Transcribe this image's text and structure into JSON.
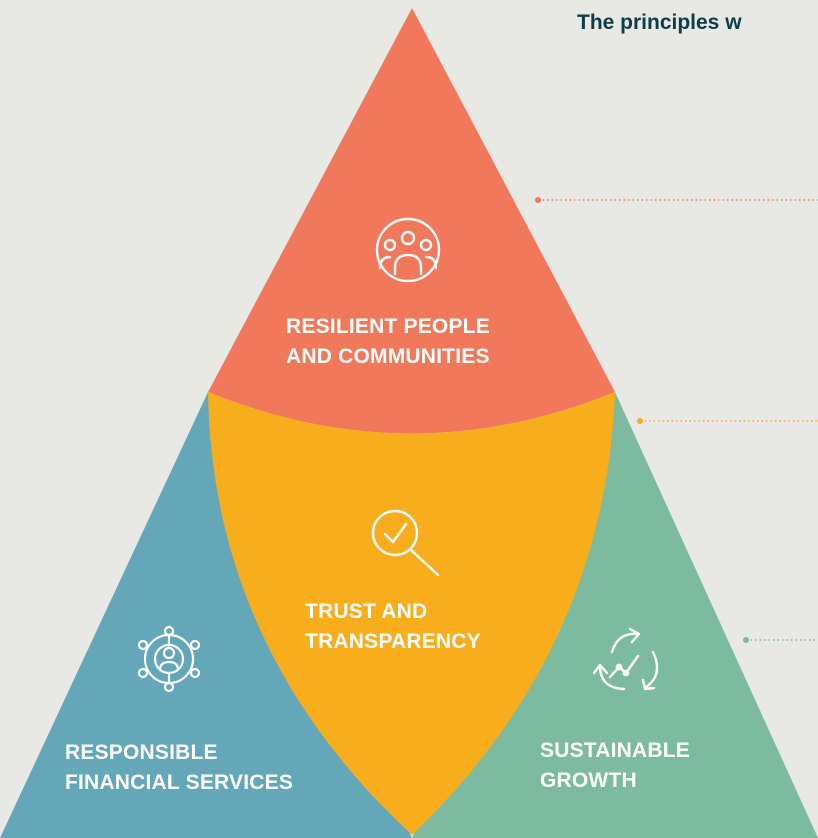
{
  "heading": "The principles w",
  "segments": [
    {
      "id": "resilient",
      "lines": [
        "RESILIENT PEOPLE",
        "AND COMMUNITIES"
      ],
      "color": "#f2785b",
      "icon": "people-group-icon"
    },
    {
      "id": "trust",
      "lines": [
        "TRUST AND",
        "TRANSPARENCY"
      ],
      "color": "#f8ad1c",
      "icon": "magnifier-check-icon"
    },
    {
      "id": "responsible",
      "lines": [
        "RESPONSIBLE",
        "FINANCIAL SERVICES"
      ],
      "color": "#63a7b9",
      "icon": "network-person-icon"
    },
    {
      "id": "sustainable",
      "lines": [
        "SUSTAINABLE",
        "GROWTH"
      ],
      "color": "#7cbba0",
      "icon": "recycle-growth-icon"
    }
  ],
  "connector_colors": [
    "#f2785b",
    "#f8ad1c",
    "#7cbba0"
  ]
}
